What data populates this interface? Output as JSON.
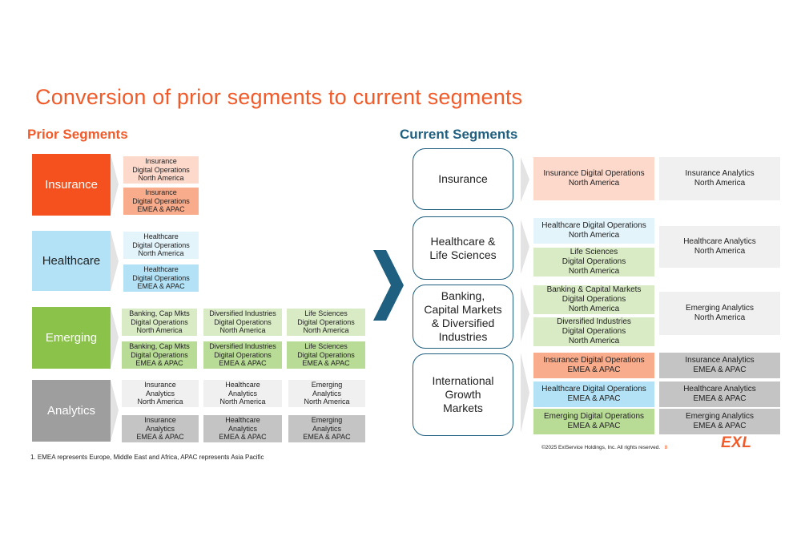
{
  "title": "Conversion of prior segments to current segments",
  "prior": {
    "heading": "Prior Segments",
    "segments": [
      {
        "label": "Insurance",
        "color": "#f4511e"
      },
      {
        "label": "Healthcare",
        "color": "#b3e2f7"
      },
      {
        "label": "Emerging",
        "color": "#8bc34a"
      },
      {
        "label": "Analytics",
        "color": "#9e9e9e"
      }
    ],
    "insurance_cells": [
      [
        "Insurance",
        "Digital Operations",
        "North America"
      ],
      [
        "Insurance",
        "Digital Operations",
        "EMEA & APAC"
      ]
    ],
    "healthcare_cells": [
      [
        "Healthcare",
        "Digital Operations",
        "North America"
      ],
      [
        "Healthcare",
        "Digital Operations",
        "EMEA & APAC"
      ]
    ],
    "emerging_cells": [
      [
        "Banking, Cap Mkts",
        "Digital Operations",
        "North America"
      ],
      [
        "Diversified Industries",
        "Digital Operations",
        "North America"
      ],
      [
        "Life Sciences",
        "Digital Operations",
        "North America"
      ],
      [
        "Banking, Cap Mkts",
        "Digital Operations",
        "EMEA & APAC"
      ],
      [
        "Diversified Industries",
        "Digital Operations",
        "EMEA & APAC"
      ],
      [
        "Life Sciences",
        "Digital Operations",
        "EMEA & APAC"
      ]
    ],
    "analytics_cells": [
      [
        "Insurance",
        "Analytics",
        "North America"
      ],
      [
        "Healthcare",
        "Analytics",
        "North America"
      ],
      [
        "Emerging",
        "Analytics",
        "North America"
      ],
      [
        "Insurance",
        "Analytics",
        "EMEA & APAC"
      ],
      [
        "Healthcare",
        "Analytics",
        "EMEA & APAC"
      ],
      [
        "Emerging",
        "Analytics",
        "EMEA & APAC"
      ]
    ]
  },
  "current": {
    "heading": "Current Segments",
    "segments": [
      [
        "Insurance"
      ],
      [
        "Healthcare &",
        "Life Sciences"
      ],
      [
        "Banking,",
        "Capital Markets",
        "& Diversified",
        "Industries"
      ],
      [
        "International",
        "Growth",
        "Markets"
      ]
    ],
    "ops_boxes": [
      [
        "Insurance Digital Operations",
        "North America"
      ],
      [
        "Healthcare Digital Operations",
        "North America"
      ],
      [
        "Life Sciences",
        "Digital Operations",
        "North America"
      ],
      [
        "Banking & Capital Markets",
        "Digital Operations",
        "North America"
      ],
      [
        "Diversified Industries",
        "Digital Operations",
        "North America"
      ],
      [
        "Insurance Digital Operations",
        "EMEA & APAC"
      ],
      [
        "Healthcare Digital Operations",
        "EMEA & APAC"
      ],
      [
        "Emerging Digital Operations",
        "EMEA & APAC"
      ]
    ],
    "analytics_boxes": [
      [
        "Insurance Analytics",
        "North America"
      ],
      [
        "Healthcare Analytics",
        "North America"
      ],
      [
        "Emerging Analytics",
        "North America"
      ],
      [
        "Insurance Analytics",
        "EMEA & APAC"
      ],
      [
        "Healthcare Analytics",
        "EMEA & APAC"
      ],
      [
        "Emerging Analytics",
        "EMEA & APAC"
      ]
    ]
  },
  "footnote": "1.     EMEA represents Europe, Middle East and Africa, APAC represents Asia Pacific",
  "copyright": "©2025 ExlService Holdings, Inc. All rights reserved.",
  "page_number": "8",
  "logo": "EXL"
}
